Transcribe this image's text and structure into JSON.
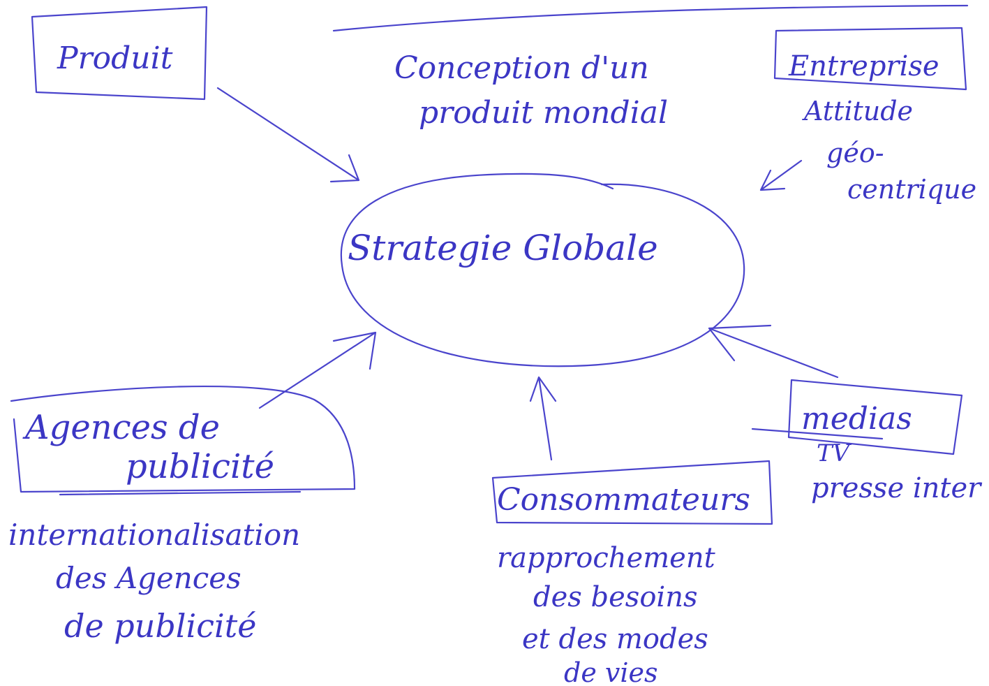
{
  "colors": {
    "ink": "#3b36c4",
    "paper": "#ffffff"
  },
  "center": {
    "label": "Strategie Globale"
  },
  "produit": {
    "label": "Produit"
  },
  "conception": {
    "line1": "Conception d'un",
    "line2": "produit mondial"
  },
  "entreprise": {
    "label": "Entreprise",
    "line1": "Attitude",
    "line2": "géo-",
    "line3": "centrique"
  },
  "agences": {
    "label_line1": "Agences de",
    "label_line2": "publicité",
    "note_line1": "internationalisation",
    "note_line2": "des Agences",
    "note_line3": "de publicité"
  },
  "consommateurs": {
    "label": "Consommateurs",
    "note_line1": "rapprochement",
    "note_line2": "des besoins",
    "note_line3": "et des modes",
    "note_line4": "de vies"
  },
  "medias": {
    "label": "medias",
    "line1": "TV",
    "line2": "presse inter"
  }
}
